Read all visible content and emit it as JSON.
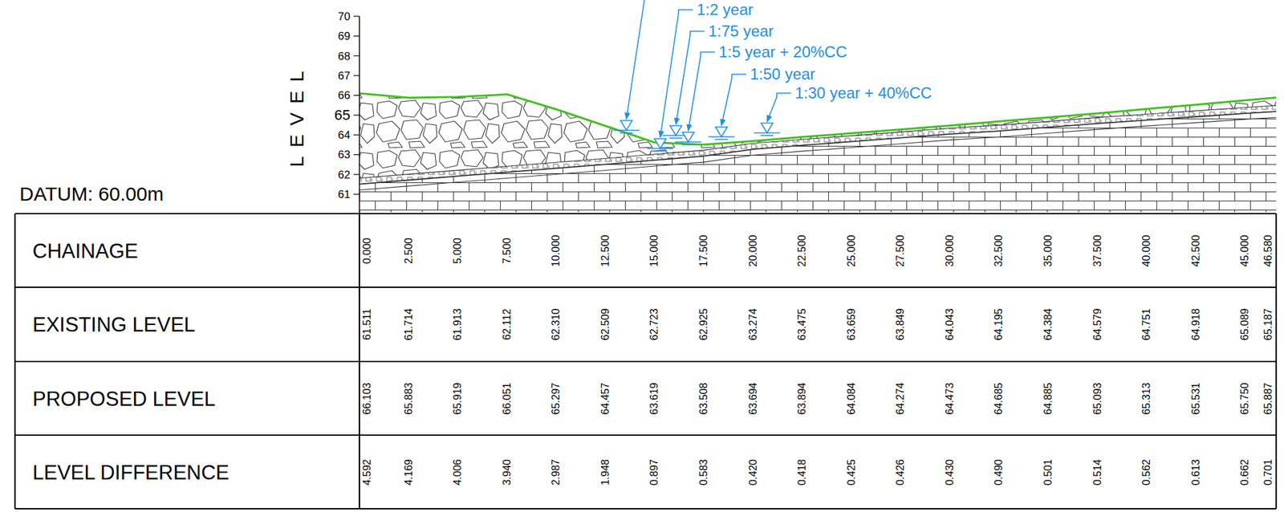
{
  "diagram": {
    "labels": [
      "1:2 year",
      "1:75 year",
      "1:5 year + 20%CC",
      "1:50 year",
      "1:30 year + 40%CC",
      "70",
      "69",
      "68",
      "67",
      "66",
      "65",
      "64",
      "63",
      "62",
      "61",
      "LEVEL",
      "DATUM: 60.00m",
      "CHAINAGE",
      "0.000",
      "2.500",
      "5.000",
      "7.500",
      "10.000",
      "12.500",
      "15.000",
      "17.500",
      "20.000",
      "22.500",
      "25.000",
      "27.500",
      "30.000",
      "32.500",
      "35.000",
      "37.500",
      "40.000",
      "42.500",
      "45.000",
      "46.580",
      "EXISTING LEVEL",
      "61.511",
      "61.714",
      "61.913",
      "62.112",
      "62.310",
      "62.509",
      "62.723",
      "62.925",
      "63.274",
      "63.475",
      "63.659",
      "63.849",
      "64.043",
      "64.195",
      "64.384",
      "64.579",
      "64.751",
      "64.918",
      "65.089",
      "65.187",
      "PROPOSED LEVEL",
      "66.103",
      "65.883",
      "65.919",
      "66.051",
      "65.297",
      "64.457",
      "63.619",
      "63.508",
      "63.694",
      "63.894",
      "64.084",
      "64.274",
      "64.473",
      "64.685",
      "64.885",
      "65.093",
      "65.313",
      "65.531",
      "65.750",
      "65.887",
      "LEVEL DIFFERENCE",
      "4.592",
      "4.169",
      "4.006",
      "3.940",
      "2.987",
      "1.948",
      "0.897",
      "0.583",
      "0.420",
      "0.418",
      "0.425",
      "0.426",
      "0.430",
      "0.490",
      "0.501",
      "0.514",
      "0.562",
      "0.613",
      "0.662",
      "0.701"
    ]
  }
}
